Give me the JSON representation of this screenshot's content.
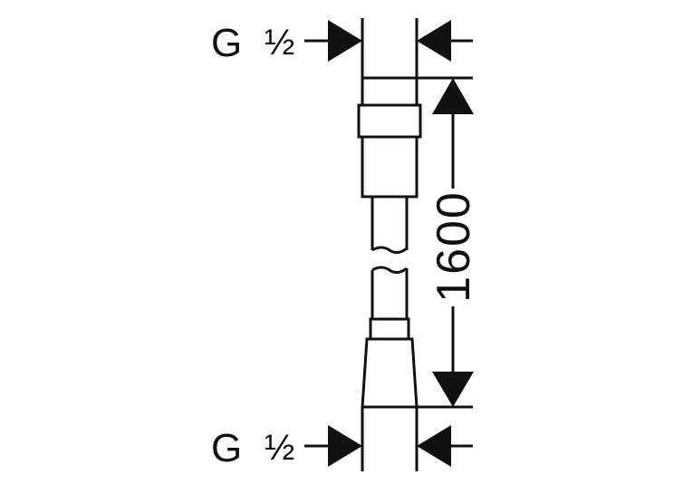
{
  "diagram": {
    "type": "technical-dimension-drawing",
    "top_thread": {
      "letter": "G",
      "size": "½"
    },
    "bottom_thread": {
      "letter": "G",
      "size": "½"
    },
    "length_dimension": "1600",
    "stroke_color": "#111111",
    "background": "#ffffff"
  }
}
